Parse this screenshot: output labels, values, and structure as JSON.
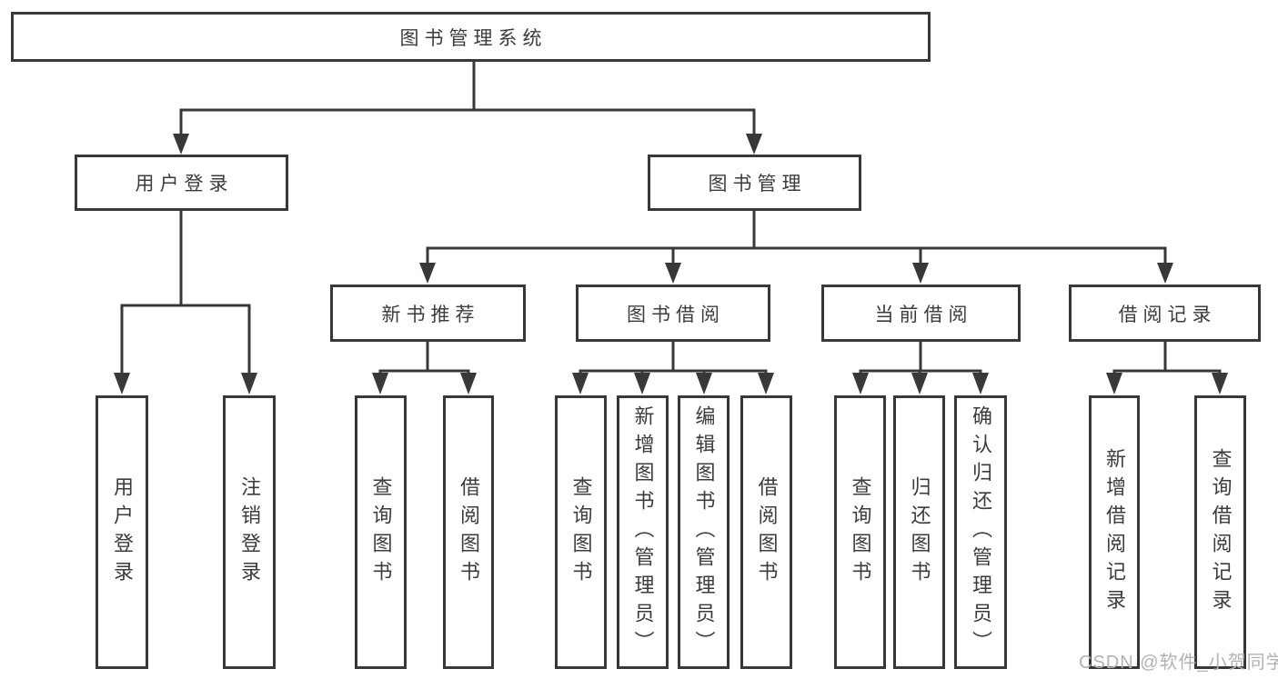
{
  "diagram": {
    "root": {
      "label": "图书管理系统"
    },
    "branches": [
      {
        "label": "用户登录",
        "children": [
          "用户登录",
          "注销登录"
        ]
      },
      {
        "label": "图书管理",
        "children": [
          {
            "label": "新书推荐",
            "children": [
              "查询图书",
              "借阅图书"
            ]
          },
          {
            "label": "图书借阅",
            "children": [
              "查询图书",
              "新增图书（管理员）",
              "编辑图书（管理员）",
              "借阅图书"
            ]
          },
          {
            "label": "当前借阅",
            "children": [
              "查询图书",
              "归还图书",
              "确认归还（管理员）"
            ]
          },
          {
            "label": "借阅记录",
            "children": [
              "新增借阅记录",
              "查询借阅记录"
            ]
          }
        ]
      }
    ]
  },
  "watermark": "CSDN @软件_小贺同学",
  "colors": {
    "line": "#383838",
    "text": "#3c3c3c",
    "watermark": "#b2b2b2",
    "background": "#ffffff"
  }
}
